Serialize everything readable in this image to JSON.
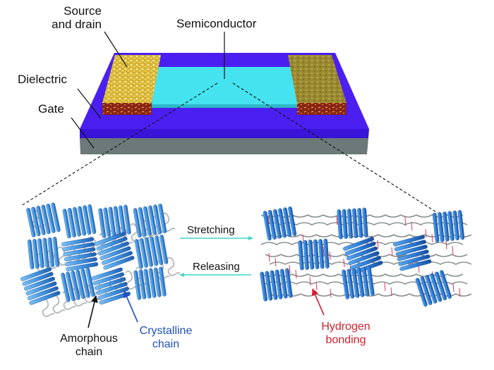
{
  "device": {
    "labels": {
      "source_drain": [
        "Source",
        "and drain"
      ],
      "semiconductor": "Semiconductor",
      "dielectric": "Dielectric",
      "gate": "Gate"
    },
    "colors": {
      "dielectric": "#4b1ff0",
      "dielectric_side": "#3a14d8",
      "gate": "#6d7878",
      "semiconductor": "#44e3ef",
      "electrode_left": "#d9b93a",
      "electrode_right": "#9c8a2c",
      "electrode_side": "#8a2418"
    }
  },
  "transition": {
    "forward_label": "Stretching",
    "backward_label": "Releasing",
    "arrow_color": "#3fd6c8"
  },
  "left_state": {
    "labels": {
      "amorphous": [
        "Amorphous",
        "chain"
      ],
      "crystalline": [
        "Crystalline",
        "chain"
      ]
    },
    "crystal_color": "#3f93e0",
    "chain_color": "#b9bcbc"
  },
  "right_state": {
    "labels": {
      "hydrogen": [
        "Hydrogen",
        "bonding"
      ]
    },
    "crystal_color": "#2e7fd9",
    "chain_color": "#8a8f90",
    "bond_color": "#d43a66"
  }
}
